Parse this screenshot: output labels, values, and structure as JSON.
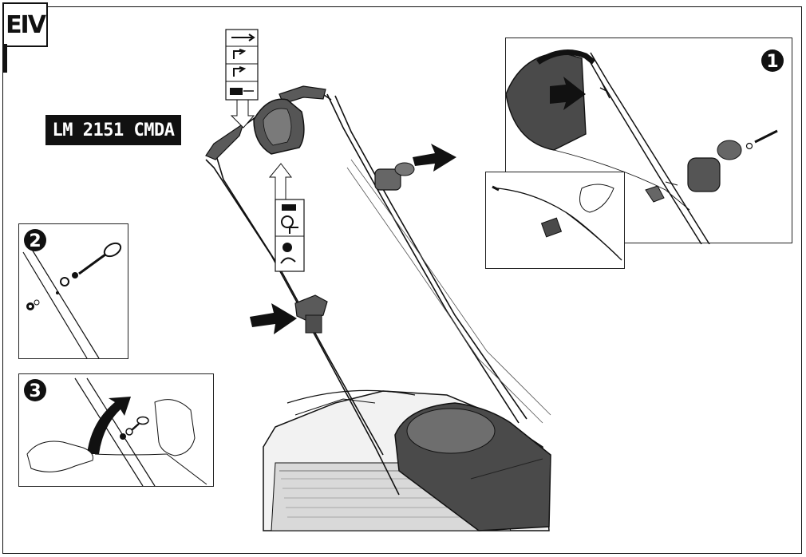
{
  "page_tag": "EIV",
  "model_label": "LM 2151 CMDA",
  "step_numbers": [
    "1",
    "2",
    "3"
  ],
  "colors": {
    "ink": "#111111",
    "paper": "#ffffff",
    "shade": "#5a5a5a",
    "light_shade": "#b8b8b8"
  }
}
